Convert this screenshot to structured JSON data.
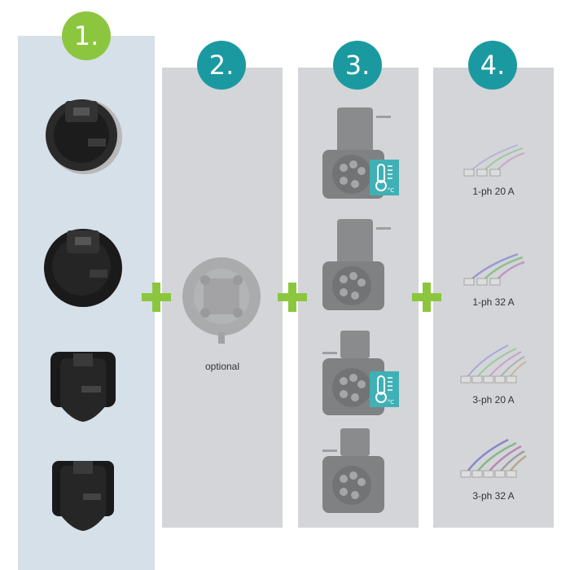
{
  "colors": {
    "green": "#8cc63f",
    "teal": "#1a9aa0",
    "panel_blue": "#d5e0e9",
    "panel_gray": "#d3d5d8"
  },
  "steps": [
    {
      "number": "1."
    },
    {
      "number": "2."
    },
    {
      "number": "3."
    },
    {
      "number": "4."
    }
  ],
  "step2": {
    "caption": "optional"
  },
  "step3": {
    "icon": "thermometer-celsius-icon",
    "unit": "°C"
  },
  "step4": {
    "captions": [
      "1-ph 20 A",
      "1-ph 32 A",
      "3-ph 20 A",
      "3-ph 32 A"
    ]
  }
}
